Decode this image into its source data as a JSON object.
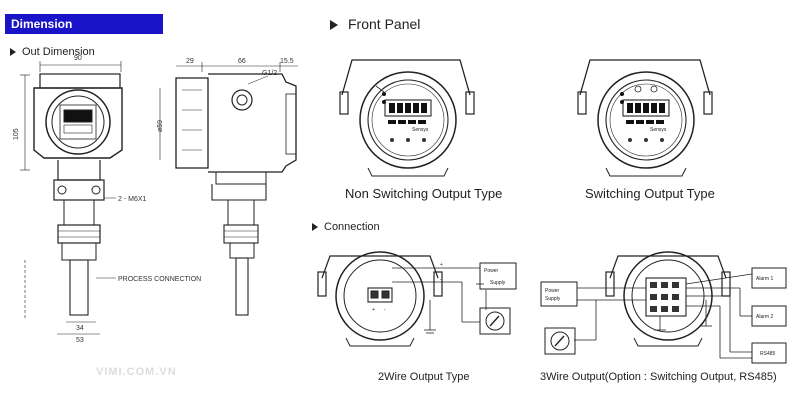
{
  "header": {
    "title": "Dimension"
  },
  "sections": {
    "out_dimension": "Out Dimension",
    "front_panel": "Front Panel",
    "connection": "Connection"
  },
  "dimensions": {
    "width_top": "90",
    "height_left": "105",
    "d29": "29",
    "d66": "66",
    "d15_5": "15.5",
    "thread": "G1/2",
    "dia59": "ø59",
    "screw": "2 - M6X1",
    "process_connection": "PROCESS CONNECTION",
    "d34": "34",
    "d53": "53"
  },
  "front_panel": {
    "non_switching_caption": "Non Switching Output Type",
    "switching_caption": "Switching Output Type",
    "display_value": "88.888",
    "brand": "Sensys"
  },
  "connection": {
    "two_wire_caption": "2Wire Output Type",
    "three_wire_caption": "3Wire Output(Option : Switching Output, RS485)",
    "power_supply_lines": [
      "Power",
      "Supply"
    ],
    "alarm1": "Alarm 1",
    "alarm2": "Alarm 2",
    "rs485": "RS485",
    "plus": "+",
    "minus": "-"
  },
  "watermark": "VIMI.COM.VN"
}
